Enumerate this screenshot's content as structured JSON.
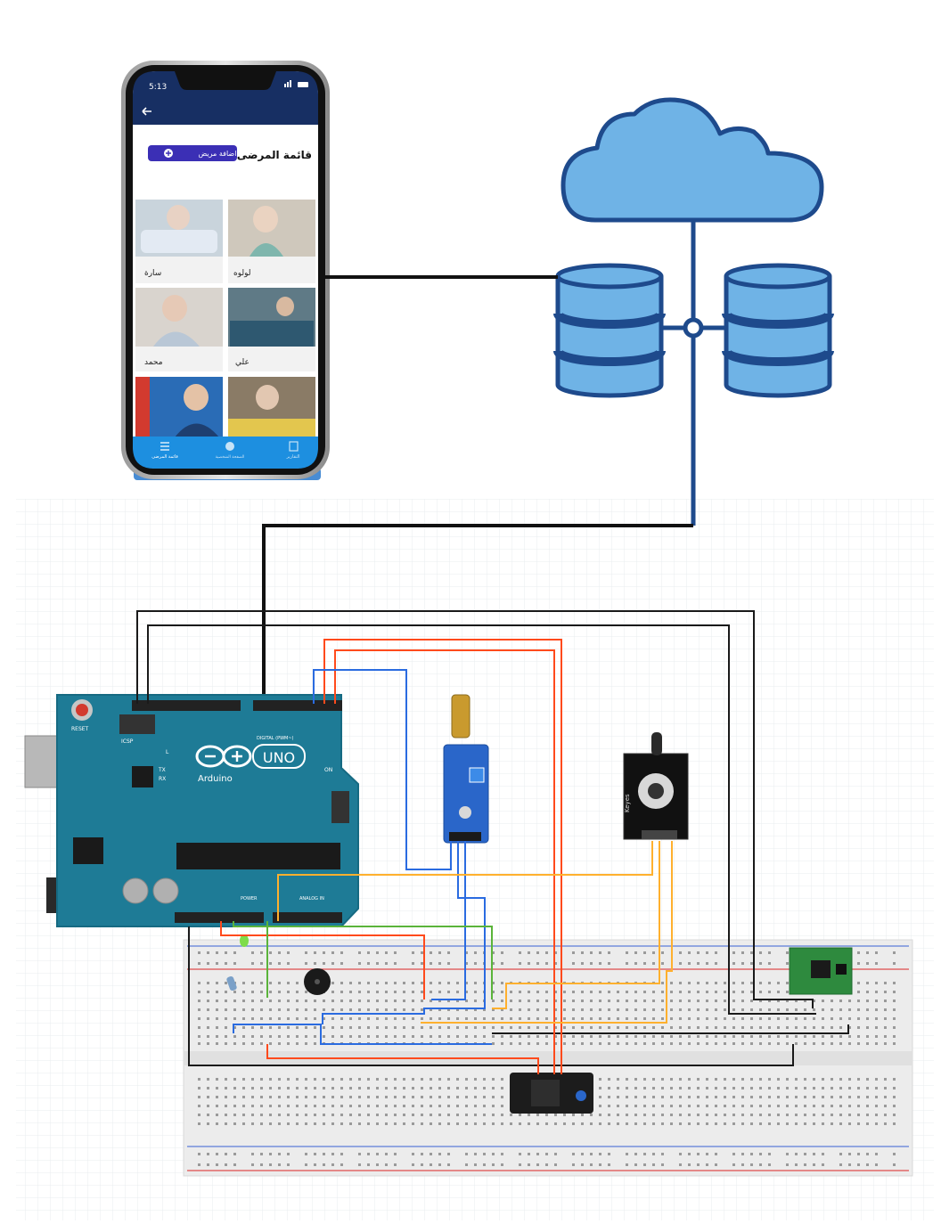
{
  "phone": {
    "status_time": "5:13",
    "back_icon": "back-arrow-icon",
    "screen_title": "قائمة المرضى",
    "add_button_label": "اضافة مريض",
    "add_button_icon": "plus-circle-icon",
    "patients": [
      {
        "name": "لولوه",
        "photo": "elderly-woman-smiling"
      },
      {
        "name": "سارة",
        "photo": "elderly-woman-in-bed"
      },
      {
        "name": "علي",
        "photo": "elderly-man-with-cane"
      },
      {
        "name": "محمد",
        "photo": "elderly-man-smiling"
      },
      {
        "name": "",
        "photo": "elderly-woman-portrait"
      },
      {
        "name": "",
        "photo": "elderly-man-glasses"
      }
    ],
    "bottom_nav": [
      {
        "label": "التقارير",
        "icon": "reports-icon",
        "active": false
      },
      {
        "label": "الصفحة الشخصية",
        "icon": "profile-icon",
        "active": false
      },
      {
        "label": "قائمة المرضى",
        "icon": "list-icon",
        "active": true
      }
    ],
    "colors": {
      "header": "#172f63",
      "accent": "#3b2fb5",
      "nav": "#1d8fe0"
    }
  },
  "cloud": {
    "icon": "cloud-database-icon",
    "colors": {
      "fill": "#6fb3e6",
      "stroke": "#1e4a8c"
    }
  },
  "arduino": {
    "logo_text": "UNO",
    "brand": "Arduino",
    "reset_label": "RESET",
    "icsp_label": "ICSP",
    "digital_label": "DIGITAL (PWM~)",
    "analog_label": "ANALOG IN",
    "power_label": "POWER",
    "on_label": "ON",
    "tx_label": "TX",
    "rx_label": "RX",
    "l_label": "L"
  },
  "modules": {
    "tilt_sensor": "tilt-switch-module",
    "temperature_sensor": "Keyes",
    "pulse_oximeter": "max30100-module",
    "esp32": "esp32-module",
    "buzzer": "buzzer",
    "led": "green-led",
    "resistor": "resistor"
  },
  "wire_colors": {
    "black": "#1a1a1a",
    "red": "#ff4a1c",
    "blue": "#2a6be0",
    "orange": "#ffb02e",
    "green": "#5ab43a"
  }
}
